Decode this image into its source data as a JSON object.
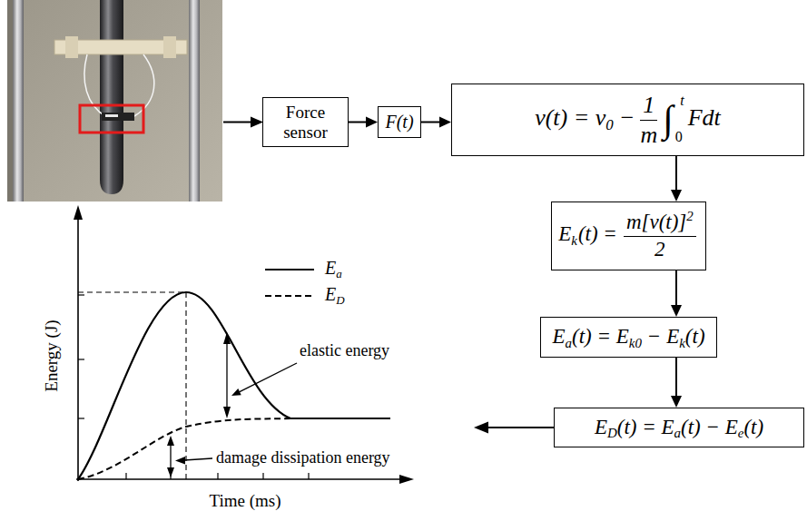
{
  "diagram": {
    "nodes": [
      {
        "text": [
          "Force sensor"
        ]
      },
      {
        "text": [
          "F(t)"
        ]
      },
      {
        "text": [
          "v(t) = v",
          "0",
          "−",
          "1",
          "m",
          "∫",
          "t",
          "0",
          "Fdt"
        ]
      },
      {
        "text": [
          "E",
          "k",
          "(t) =",
          "m[v(t)]",
          "2",
          "2"
        ]
      },
      {
        "text": [
          "E",
          "a",
          "(t) = E",
          "k0",
          "− E",
          "k",
          "(t)"
        ]
      },
      {
        "text": [
          "E",
          "D",
          "(t) = E",
          "a",
          "(t) − E",
          "e",
          "(t)"
        ]
      }
    ],
    "edges": [
      {
        "from": 0,
        "to": 1,
        "arrow": "to"
      },
      {
        "from": 1,
        "to": 2,
        "arrow": "to"
      },
      {
        "from": 2,
        "to": 3,
        "arrow": "to"
      },
      {
        "from": 3,
        "to": 4,
        "arrow": "to"
      },
      {
        "from": 4,
        "to": 5,
        "arrow": "to"
      }
    ],
    "labels": [
      "Energy (J)",
      "Time (ms)",
      "E",
      "a",
      "E",
      "D",
      "elastic energy",
      "damage dissipation energy"
    ]
  }
}
